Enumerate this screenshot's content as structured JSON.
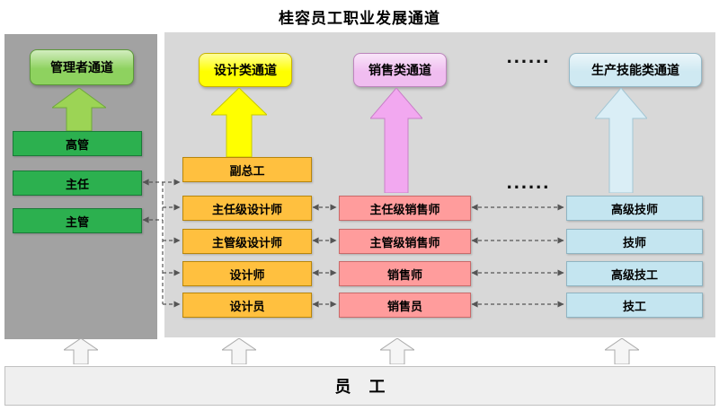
{
  "title": "桂容员工职业发展通道",
  "manager_channel": {
    "header": "管理者通道",
    "levels": [
      "高管",
      "主任",
      "主管"
    ]
  },
  "design_channel": {
    "header": "设计类通道",
    "levels": [
      "副总工",
      "主任级设计师",
      "主管级设计师",
      "设计师",
      "设计员"
    ]
  },
  "sales_channel": {
    "header": "销售类通道",
    "levels": [
      "主任级销售师",
      "主管级销售师",
      "销售师",
      "销售员"
    ]
  },
  "production_channel": {
    "header": "生产技能类通道",
    "levels": [
      "高级技师",
      "技师",
      "高级技工",
      "技工"
    ]
  },
  "ellipsis_top": "......",
  "ellipsis_mid": "......",
  "employee_label": "员    工",
  "colors": {
    "manager_panel": "#a2a2a2",
    "main_panel": "#d8d8d8",
    "manager_header": "#8ed25f",
    "manager_box": "#2cb04f",
    "manager_box_border": "#1a7a38",
    "green_arrow": "#9cd455",
    "design_header": "#ffff00",
    "design_box": "#ffc03f",
    "design_box_border": "#b8860b",
    "yellow_arrow": "#ffff00",
    "sales_header": "#f0bdf0",
    "pink_arrow": "#f2a8f0",
    "sales_box": "#ff9c9c",
    "sales_box_border": "#c96a6a",
    "production_header": "#cfe9f2",
    "blue_arrow": "#daeef6",
    "production_box": "#c4e5f0",
    "production_box_border": "#8fb4c2",
    "employee_bar": "#efefef",
    "connector": "#555555"
  }
}
